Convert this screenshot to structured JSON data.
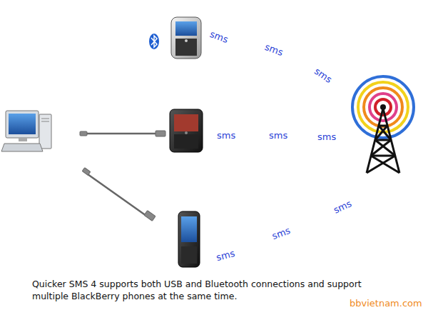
{
  "diagram": {
    "caption": "Quicker SMS 4 supports both USB and Bluetooth connections and support multiple BlackBerry phones at the same time.",
    "labels": [
      "sms",
      "sms",
      "sms",
      "sms",
      "sms",
      "sms",
      "sms",
      "sms",
      "sms",
      "bbvietnam.com"
    ]
  }
}
